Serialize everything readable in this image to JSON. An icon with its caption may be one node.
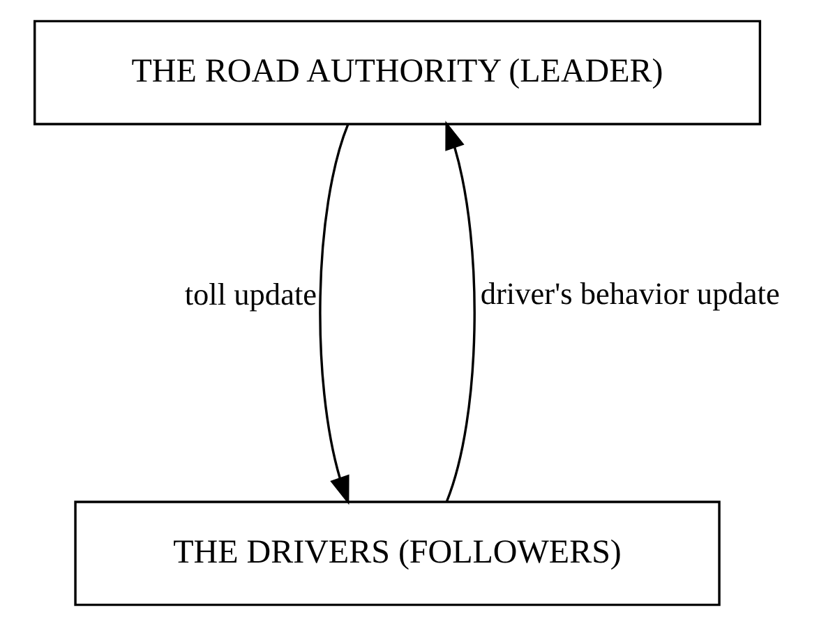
{
  "diagram": {
    "nodes": [
      {
        "text": [
          "THE ROAD AUTHORITY (LEADER)"
        ]
      },
      {
        "text": [
          "THE DRIVERS (FOLLOWERS)"
        ]
      }
    ],
    "edges": [
      {
        "from": 0,
        "to": 1,
        "arrow": "to",
        "label": "toll update"
      },
      {
        "from": 1,
        "to": 0,
        "arrow": "to",
        "label": "driver's behavior update"
      }
    ]
  }
}
